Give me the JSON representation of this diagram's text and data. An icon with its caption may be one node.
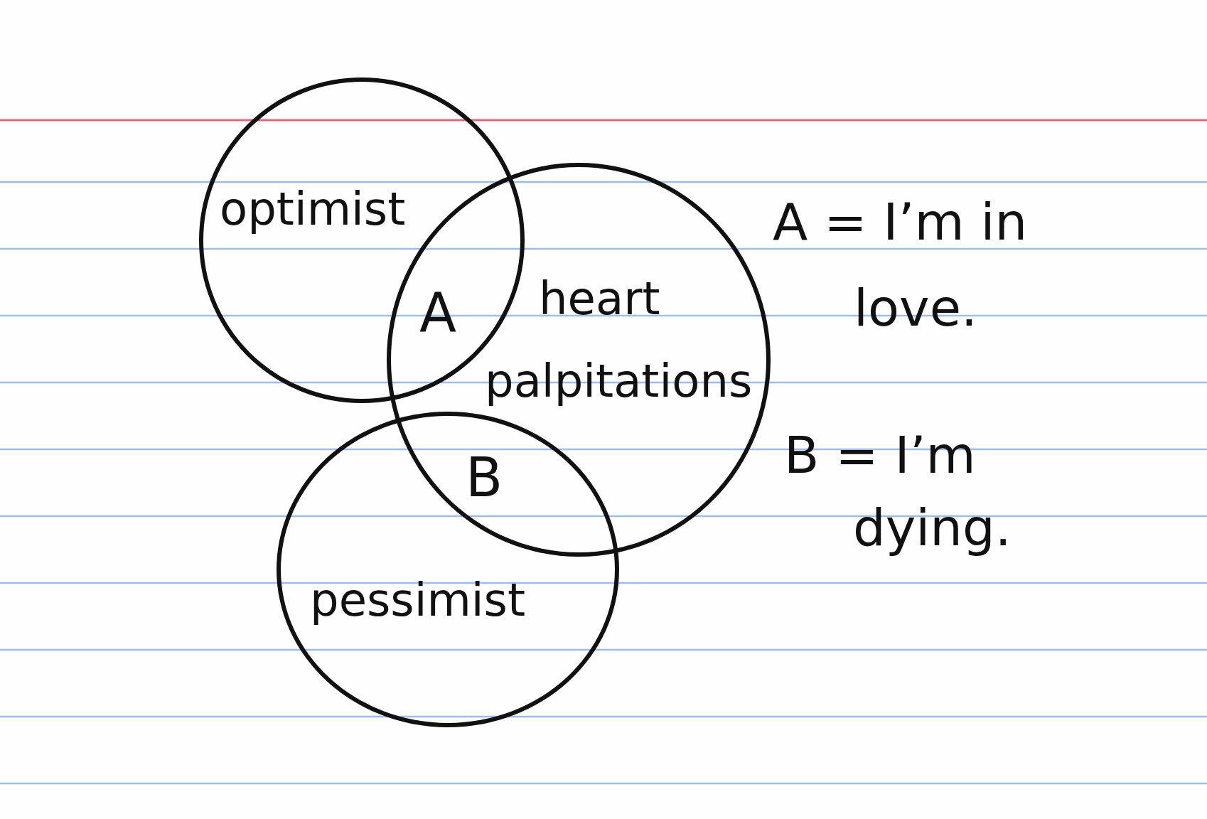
{
  "diagram": {
    "nodes": [
      {
        "text": [
          "optimist"
        ]
      },
      {
        "text": [
          "heart palpitations"
        ]
      },
      {
        "text": [
          "pessimist"
        ]
      }
    ],
    "labels": [
      "A",
      "B",
      "A = I’m in love.",
      "B = I’m dying."
    ]
  }
}
